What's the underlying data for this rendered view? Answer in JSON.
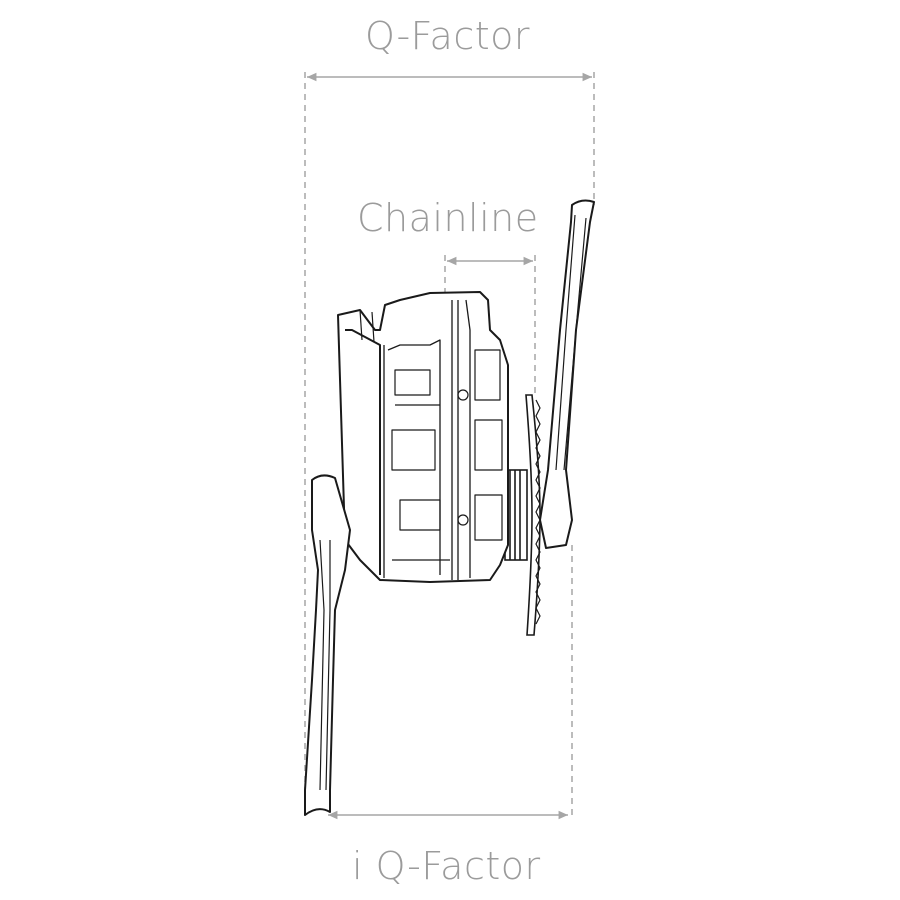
{
  "labels": {
    "q_factor": "Q-Factor",
    "chainline": "Chainline",
    "i_q_factor": "i Q-Factor"
  },
  "colors": {
    "dimension_line": "#a6a6a6",
    "drawing_stroke": "#1a1a1a",
    "label_text": "#9b9b9b"
  }
}
